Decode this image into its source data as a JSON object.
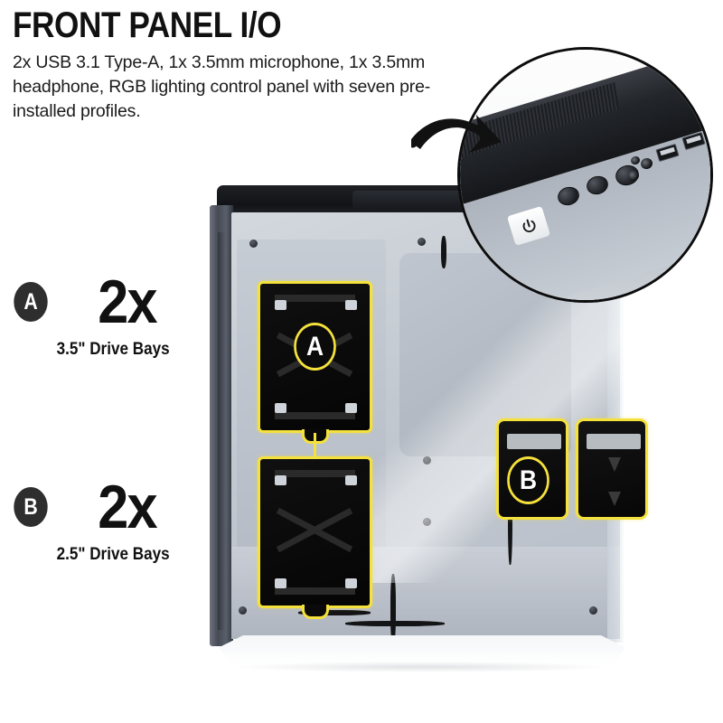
{
  "header": {
    "title": "FRONT PANEL I/O",
    "description": "2x USB 3.1 Type-A, 1x 3.5mm microphone, 1x 3.5mm headphone, RGB lighting control panel with seven pre-installed profiles."
  },
  "callouts": [
    {
      "badge": "A",
      "quantity": "2x",
      "label": "3.5\" Drive Bays"
    },
    {
      "badge": "B",
      "quantity": "2x",
      "label": "2.5\" Drive Bays"
    }
  ],
  "markers": {
    "a": "A",
    "b": "B"
  },
  "inset": {
    "name": "front-panel-closeup",
    "icons": {
      "power": "power-icon",
      "rgb": "rgb-lighting-icon",
      "reset": "reset-icon",
      "microphone": "microphone-jack-icon",
      "headphone": "headphone-jack-icon",
      "usb_a": "usb-type-a-icon"
    }
  },
  "arrow": {
    "name": "callout-arrow",
    "direction": "right-down"
  },
  "colors": {
    "highlight_yellow": "#f5e13c",
    "badge_dark": "#2e2e2e",
    "text_dark": "#111111",
    "chassis_light": "#c6ccd4",
    "panel_black": "#15171a"
  }
}
